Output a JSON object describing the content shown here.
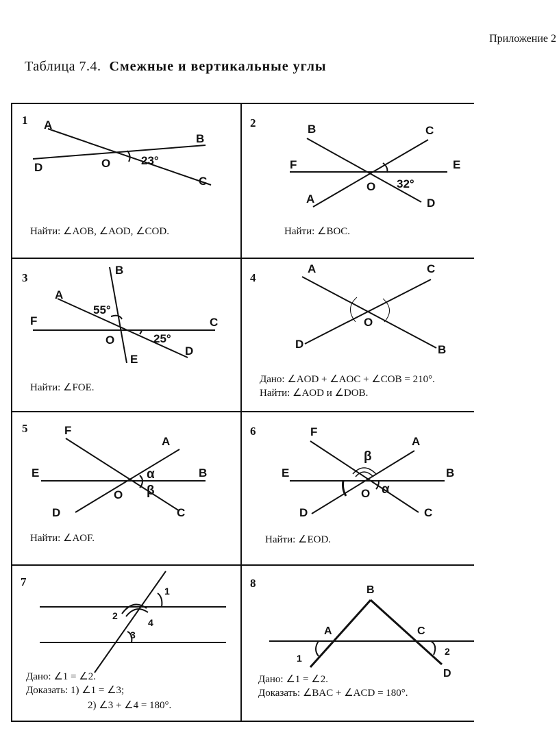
{
  "appendix": "Приложение 2",
  "title": {
    "label": "Таблица 7.4.",
    "name": "Смежные и вертикальные углы"
  },
  "cells": [
    {
      "number": "1",
      "points": [
        "A",
        "B",
        "D",
        "O",
        "C"
      ],
      "angle": "23°",
      "task": [
        "Найти:  ∠AOB,  ∠AOD,  ∠COD."
      ]
    },
    {
      "number": "2",
      "points": [
        "B",
        "C",
        "F",
        "E",
        "O",
        "A",
        "D"
      ],
      "angle": "32°",
      "task": [
        "Найти:  ∠BOC."
      ]
    },
    {
      "number": "3",
      "points": [
        "B",
        "A",
        "F",
        "C",
        "O",
        "E",
        "D"
      ],
      "angles": [
        "55°",
        "25°"
      ],
      "task": [
        "Найти:  ∠FOE."
      ]
    },
    {
      "number": "4",
      "points": [
        "A",
        "C",
        "O",
        "D",
        "B"
      ],
      "task": [
        "Дано:  ∠AOD + ∠AOC + ∠COB = 210°.",
        "Найти:  ∠AOD  и  ∠DOB."
      ]
    },
    {
      "number": "5",
      "points": [
        "F",
        "A",
        "E",
        "B",
        "O",
        "D",
        "C"
      ],
      "angles": [
        "α",
        "β"
      ],
      "task": [
        "Найти:  ∠AOF."
      ]
    },
    {
      "number": "6",
      "points": [
        "F",
        "A",
        "E",
        "B",
        "O",
        "D",
        "C"
      ],
      "angles": [
        "β",
        "α"
      ],
      "task": [
        "Найти:  ∠EOD."
      ]
    },
    {
      "number": "7",
      "angles": [
        "1",
        "2",
        "4",
        "3"
      ],
      "task": [
        "Дано:  ∠1 = ∠2.",
        "Доказать:  1)  ∠1 = ∠3;",
        "2)  ∠3 + ∠4 = 180°."
      ]
    },
    {
      "number": "8",
      "points": [
        "B",
        "A",
        "C",
        "D"
      ],
      "angles": [
        "1",
        "2"
      ],
      "task": [
        "Дано:  ∠1 = ∠2.",
        "Доказать:  ∠BAC + ∠ACD = 180°."
      ]
    }
  ]
}
